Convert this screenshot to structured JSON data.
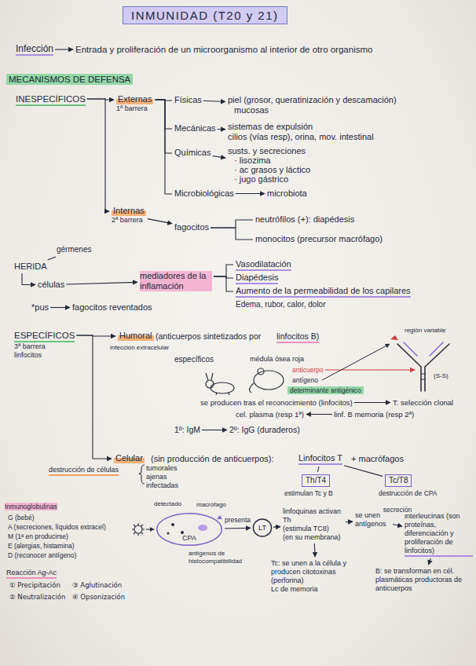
{
  "diagram": {
    "title": "INMUNIDAD (T20 y 21)",
    "nodes": [
      {
        "text": [
          "Infección"
        ]
      },
      {
        "text": [
          "Entrada y proliferación de un microorganismo al interior de otro organismo"
        ]
      },
      {
        "text": [
          "INESPECÍFICOS"
        ]
      },
      {
        "text": [
          "Externas",
          "1ª barrera"
        ]
      },
      {
        "text": [
          "Físicas"
        ]
      },
      {
        "text": [
          "piel (grosor, queratinización y descamación)",
          "mucosas"
        ]
      },
      {
        "text": [
          "Mecánicas"
        ]
      },
      {
        "text": [
          "sistemas de expulsión",
          "cilios (vías resp), orina, mov. intestinal"
        ]
      },
      {
        "text": [
          "Químicas"
        ]
      },
      {
        "text": [
          "susts. y secreciones",
          "· lisozima",
          "· ac grasos y láctico",
          "· jugo gástrico"
        ]
      },
      {
        "text": [
          "Microbiológicas"
        ]
      },
      {
        "text": [
          "microbiota"
        ]
      },
      {
        "text": [
          "Internas",
          "2ª barrera"
        ]
      },
      {
        "text": [
          "fagocitos"
        ]
      },
      {
        "text": [
          "neutrófilos (+): diapédesis"
        ]
      },
      {
        "text": [
          "monocitos (precursor macrófago)"
        ]
      },
      {
        "text": [
          "HERIDA"
        ]
      },
      {
        "text": [
          "gérmenes"
        ]
      },
      {
        "text": [
          "células"
        ]
      },
      {
        "text": [
          "mediadores de la inflamación"
        ]
      },
      {
        "text": [
          "Vasodilatación"
        ]
      },
      {
        "text": [
          "Diapédesis"
        ]
      },
      {
        "text": [
          "Aumento de la permeabilidad de los capilares"
        ]
      },
      {
        "text": [
          "*pus"
        ]
      },
      {
        "text": [
          "fagocitos reventados"
        ]
      },
      {
        "text": [
          "ESPECÍFICOS",
          "3ª barrera",
          "linfocitos"
        ]
      },
      {
        "text": [
          "Humoral"
        ]
      },
      {
        "text": [
          "se producen tras el reconocimiento (linfocitos)"
        ]
      },
      {
        "text": [
          "T. selección clonal"
        ]
      },
      {
        "text": [
          "cel. plasma (resp 1ª)"
        ]
      },
      {
        "text": [
          "linf. B memoria (resp 2ª)"
        ]
      },
      {
        "text": [
          "1º: IgM"
        ]
      },
      {
        "text": [
          "2º: IgG (duraderos)"
        ]
      },
      {
        "text": [
          "Celular"
        ]
      },
      {
        "text": [
          "Linfocitos T"
        ]
      },
      {
        "text": [
          "Th/T4"
        ]
      },
      {
        "text": [
          "Tc/T8"
        ]
      },
      {
        "text": [
          "CPA"
        ]
      },
      {
        "text": [
          "LT"
        ]
      },
      {
        "text": [
          "linfoquinas activan Th",
          "(estimula TC8)",
          "(en su membrana)"
        ]
      },
      {
        "text": [
          "se unen antígenos"
        ]
      },
      {
        "text": [
          "interleucinas (son proteínas, diferenciación y proliferación de linfocitos)"
        ]
      },
      {
        "text": [
          "Tc: se unen a la célula y producen citotoxinas (perforina)",
          "Lc de memoria"
        ]
      },
      {
        "text": [
          "B: se transforman en cél. plasmáticas productoras de anticuerpos"
        ]
      }
    ],
    "edges": [
      {
        "from": 0,
        "to": 1,
        "arrow": "to"
      },
      {
        "from": 2,
        "to": 3,
        "arrow": "to"
      },
      {
        "from": 2,
        "to": 12,
        "arrow": "to"
      },
      {
        "from": 3,
        "to": 4,
        "arrow": "none"
      },
      {
        "from": 3,
        "to": 6,
        "arrow": "none"
      },
      {
        "from": 3,
        "to": 8,
        "arrow": "none"
      },
      {
        "from": 3,
        "to": 10,
        "arrow": "none"
      },
      {
        "from": 4,
        "to": 5,
        "arrow": "to"
      },
      {
        "from": 6,
        "to": 7,
        "arrow": "to"
      },
      {
        "from": 8,
        "to": 9,
        "arrow": "to"
      },
      {
        "from": 10,
        "to": 11,
        "arrow": "to"
      },
      {
        "from": 12,
        "to": 13,
        "arrow": "to"
      },
      {
        "from": 13,
        "to": 14,
        "arrow": "none"
      },
      {
        "from": 13,
        "to": 15,
        "arrow": "none"
      },
      {
        "from": 16,
        "to": 17,
        "arrow": "none"
      },
      {
        "from": 16,
        "to": 18,
        "arrow": "to"
      },
      {
        "from": 18,
        "to": 19,
        "arrow": "to"
      },
      {
        "from": 19,
        "to": 20,
        "arrow": "none"
      },
      {
        "from": 19,
        "to": 21,
        "arrow": "none"
      },
      {
        "from": 19,
        "to": 22,
        "arrow": "none"
      },
      {
        "from": 23,
        "to": 24,
        "arrow": "to"
      },
      {
        "from": 25,
        "to": 26,
        "arrow": "to"
      },
      {
        "from": 25,
        "to": 33,
        "arrow": "to"
      },
      {
        "from": 27,
        "to": 28,
        "arrow": "to"
      },
      {
        "from": 30,
        "to": 29,
        "arrow": "to"
      },
      {
        "from": 31,
        "to": 32,
        "arrow": "to"
      },
      {
        "from": 34,
        "to": 35,
        "arrow": "none"
      },
      {
        "from": 34,
        "to": 36,
        "arrow": "none"
      },
      {
        "from": 37,
        "to": 38,
        "label": "presenta",
        "arrow": "to"
      },
      {
        "from": 38,
        "to": 39,
        "arrow": "to"
      },
      {
        "from": 39,
        "to": 40,
        "arrow": "to"
      },
      {
        "from": 40,
        "to": 41,
        "label": "secreción",
        "arrow": "to"
      },
      {
        "from": 39,
        "to": 42,
        "arrow": "to"
      },
      {
        "from": 41,
        "to": 43,
        "arrow": "to"
      }
    ],
    "labels": [
      "MECANISMOS DE DEFENSA",
      "Edema, rubor, calor, dolor",
      "(anticuerpos sintetizados por",
      "linfocitos B)",
      "infección extracelular",
      "específicos",
      "médula ósea roja",
      "anticuerpo",
      "antígeno",
      "determinante antigénico",
      "región variable",
      "(S-S)",
      "(sin producción de anticuerpos):",
      "+ macrófagos",
      "destrucción de células",
      "tumorales",
      "ajenas",
      "infectadas",
      "estimulan Tc y B",
      "destrucción de CPA",
      "detectado",
      "macrófago",
      "antígenos de histocompatibilidad",
      "Inmunoglobulinas",
      "G (bebé)",
      "A (secreciones, líquidos extracel)",
      "M (1ª en producirse)",
      "E (alergias, histamina)",
      "D (reconocer antígeno)",
      "Reacción Ag-Ac",
      "① Precipitación",
      "② Neutralización",
      "③ Aglutinación",
      "④ Opsonización"
    ]
  }
}
